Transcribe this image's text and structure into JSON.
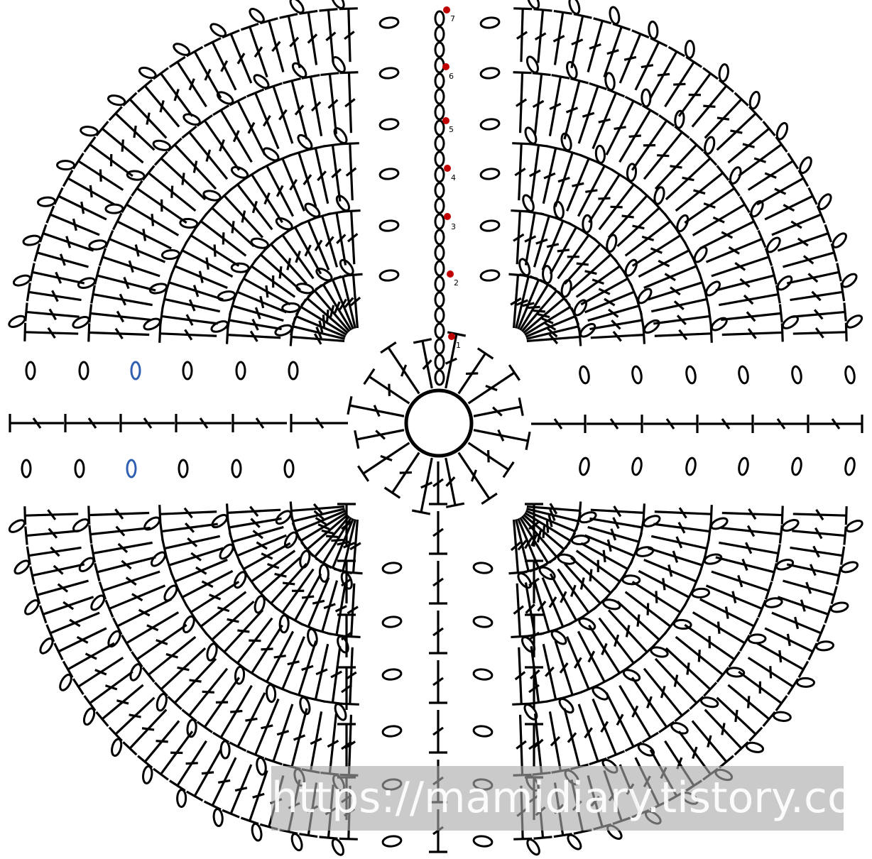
{
  "diagram": {
    "type": "crochet-chart",
    "colors": {
      "stitch": "#000000",
      "marker": "#c00000",
      "accent_chain": "#2f5fb0"
    },
    "icons": [
      "magic-ring-icon",
      "chain-stitch-icon",
      "double-crochet-icon",
      "round-start-marker-icon"
    ],
    "round_markers": [
      "1",
      "2",
      "3",
      "4",
      "5",
      "6",
      "7"
    ]
  },
  "watermark": {
    "text": "https://mamidiary.tistory.com"
  }
}
